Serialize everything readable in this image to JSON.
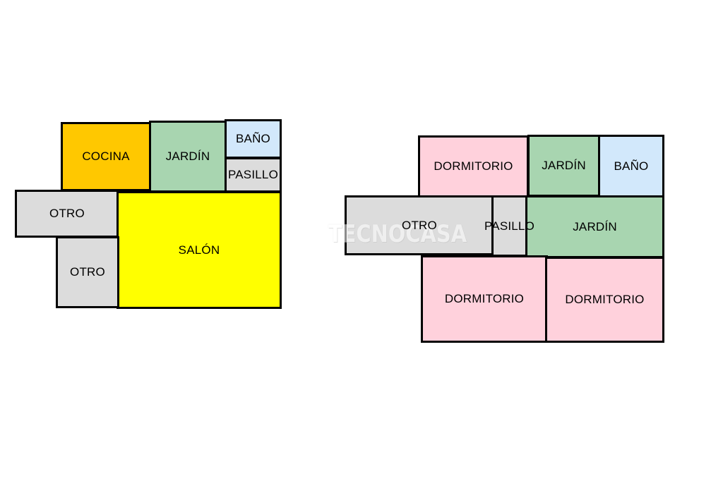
{
  "rooms": {
    "left": {
      "cocina": "COCINA",
      "jardin": "JARDÍN",
      "bano": "BAÑO",
      "pasillo": "PASILLO",
      "otro_1": "OTRO",
      "salon": "SALÓN",
      "otro_2": "OTRO"
    },
    "right": {
      "dormitorio_1": "DORMITORIO",
      "jardin_1": "JARDÍN",
      "bano": "BAÑO",
      "otro": "OTRO",
      "pasillo": "PASILLO",
      "jardin_2": "JARDÍN",
      "dormitorio_2": "DORMITORIO",
      "dormitorio_3": "DORMITORIO"
    }
  },
  "watermark": "TECNOCASA",
  "colors": {
    "kitchen": "#ffc800",
    "garden": "#a8d5b0",
    "bath": "#d2e8fb",
    "hall": "#dcdcdc",
    "other": "#dcdcdc",
    "living": "#ffff00",
    "bedroom": "#ffd1dc"
  }
}
